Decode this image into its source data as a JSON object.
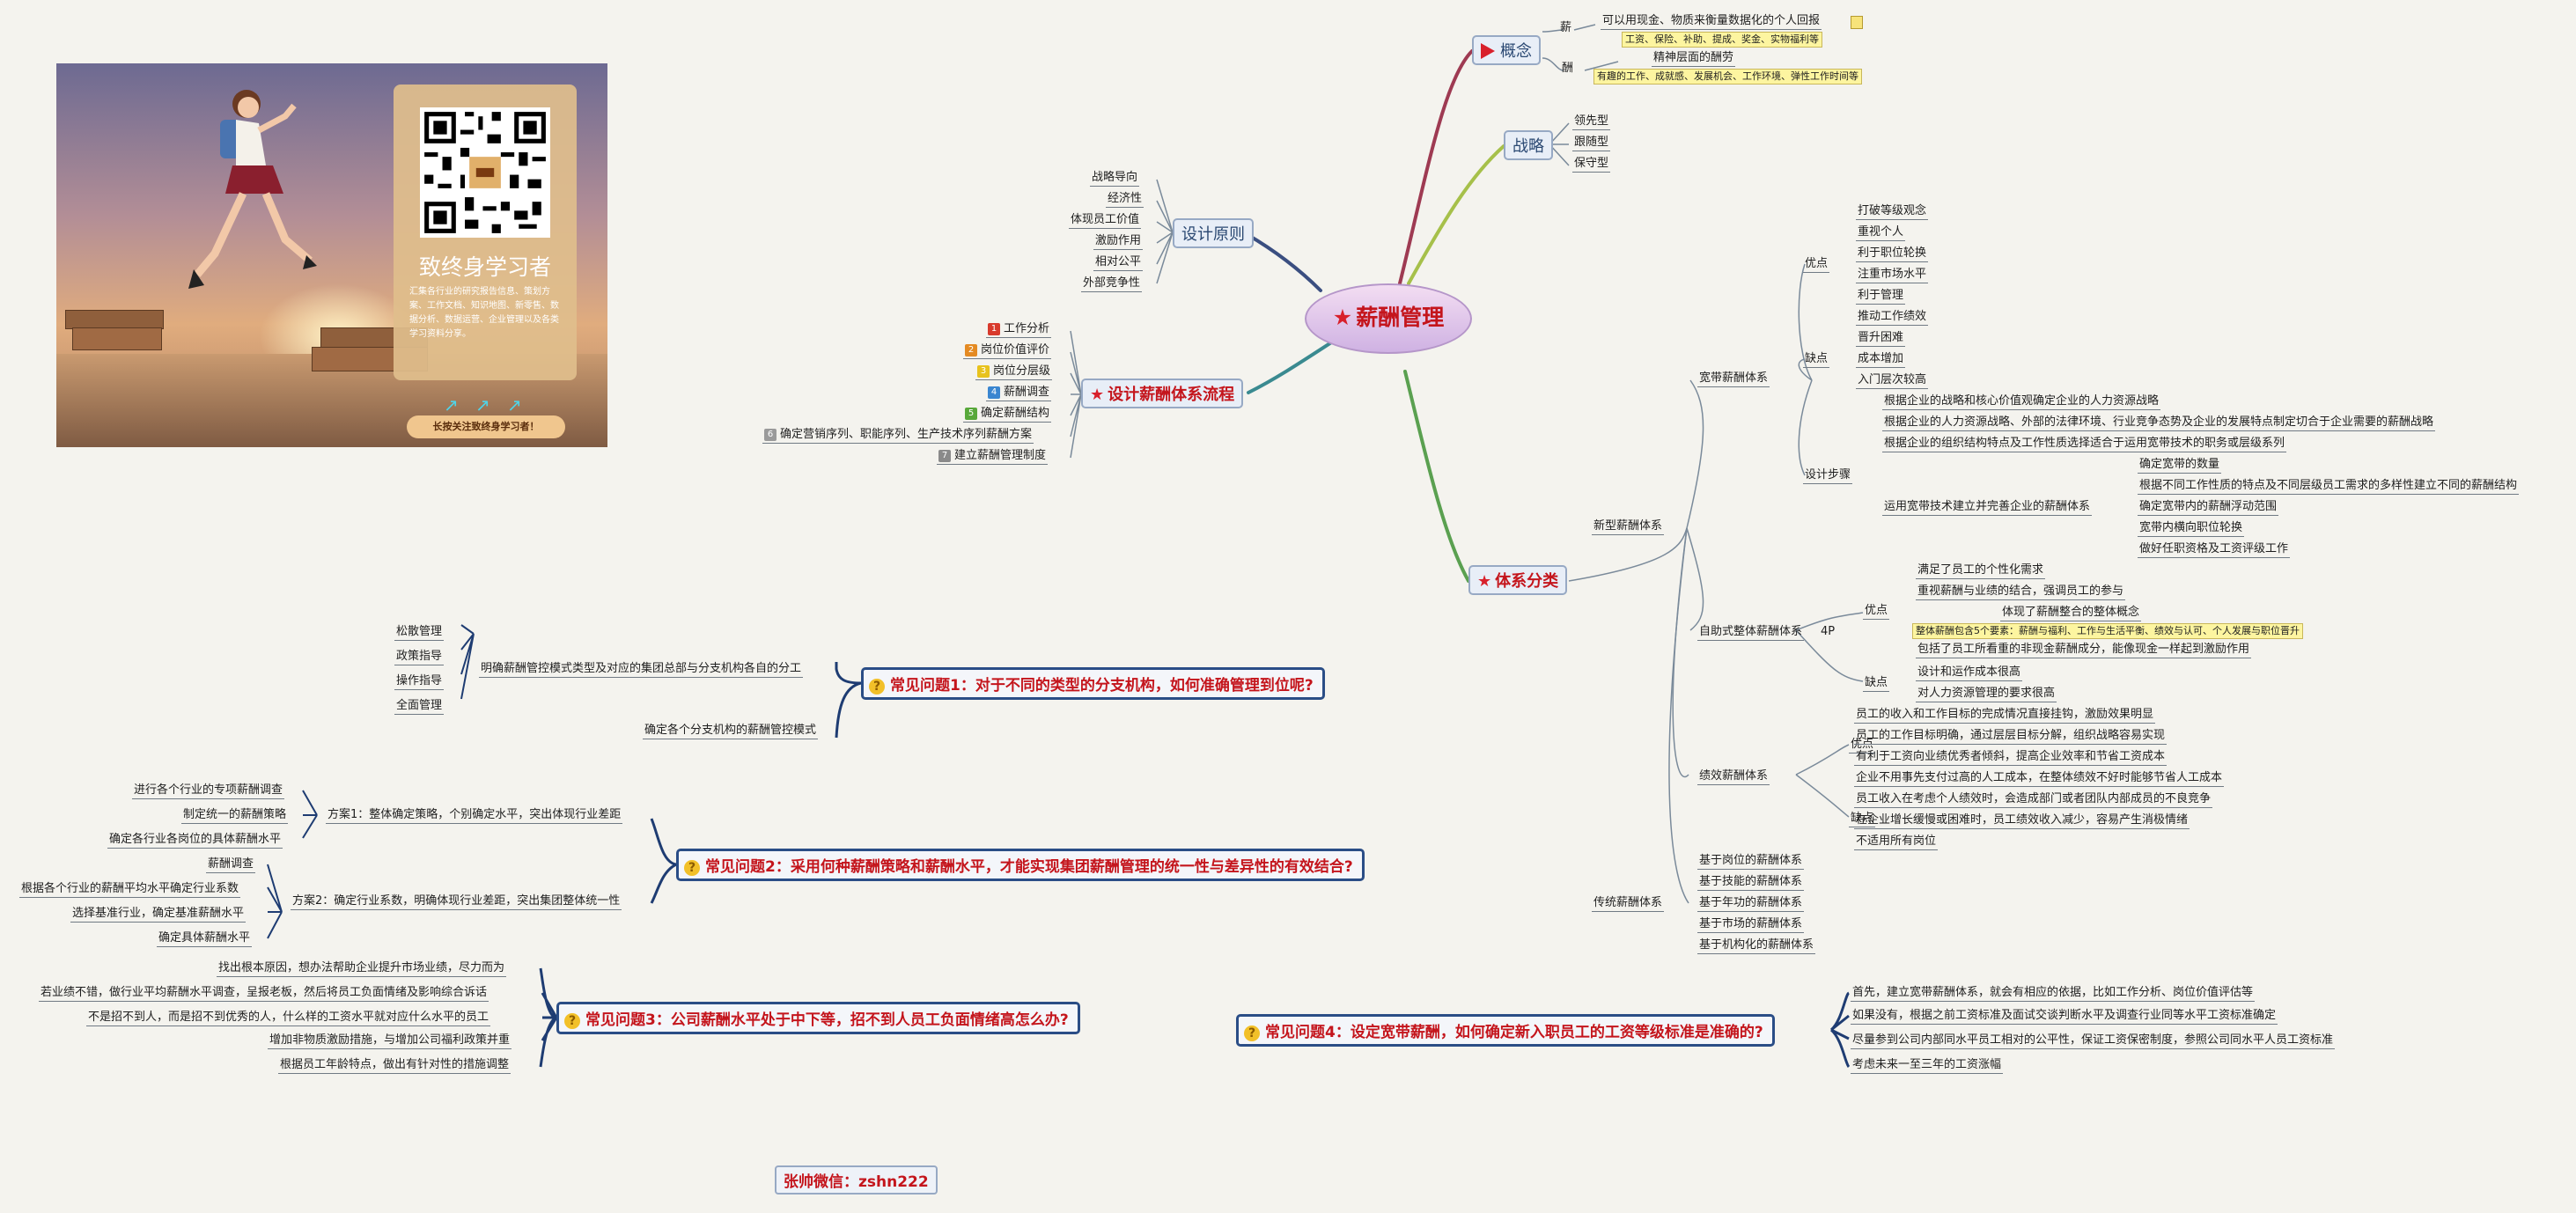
{
  "center": "薪酬管理",
  "promo": {
    "title": "致终身学习者",
    "desc": "汇集各行业的研究报告信息、策划方案、工作文档、知识地图、新零售、数据分析、数据运营、企业管理以及各类学习资料分享。",
    "button": "长按关注致终身学习者！"
  },
  "concept": {
    "label": "概念",
    "xin": "薪",
    "xin_desc": "可以用现金、物质来衡量数据化的个人回报",
    "xin_detail": "工资、保险、补助、提成、奖金、实物福利等",
    "chou": "酬",
    "chou_desc": "精神层面的酬劳",
    "chou_detail": "有趣的工作、成就感、发展机会、工作环境、弹性工作时间等"
  },
  "strategy": {
    "label": "战略",
    "items": [
      "领先型",
      "跟随型",
      "保守型"
    ]
  },
  "principle": {
    "label": "设计原则",
    "items": [
      "战略导向",
      "经济性",
      "体现员工价值",
      "激励作用",
      "相对公平",
      "外部竞争性"
    ]
  },
  "process": {
    "label": "设计薪酬体系流程",
    "items": [
      "工作分析",
      "岗位价值评价",
      "岗位分层级",
      "薪酬调查",
      "确定薪酬结构",
      "确定营销序列、职能序列、生产技术序列薪酬方案",
      "建立薪酬管理制度"
    ],
    "colors": [
      "#d83a2c",
      "#e48a22",
      "#e8c21c",
      "#3a86d0",
      "#58a83a",
      "#9a9a9a",
      "#8a8a8a"
    ]
  },
  "classify": {
    "label": "体系分类",
    "new_system": "新型薪酬体系",
    "broadband": {
      "label": "宽带薪酬体系",
      "pros_label": "优点",
      "pros": [
        "打破等级观念",
        "重视个人",
        "利于职位轮换",
        "注重市场水平",
        "利于管理",
        "推动工作绩效"
      ],
      "cons_label": "缺点",
      "cons": [
        "晋升困难",
        "成本增加",
        "入门层次较高"
      ],
      "steps_label": "设计步骤",
      "steps": [
        "根据企业的战略和核心价值观确定企业的人力资源战略",
        "根据企业的人力资源战略、外部的法律环境、行业竞争态势及企业的发展特点制定切合于企业需要的薪酬战略",
        "根据企业的组织结构特点及工作性质选择适合于运用宽带技术的职务或层级系列"
      ],
      "apply_label": "运用宽带技术建立并完善企业的薪酬体系",
      "apply": [
        "确定宽带的数量",
        "根据不同工作性质的特点及不同层级员工需求的多样性建立不同的薪酬结构",
        "确定宽带内的薪酬浮动范围",
        "宽带内横向职位轮换",
        "做好任职资格及工资评级工作"
      ]
    },
    "selfhelp": {
      "label": "自助式整体薪酬体系",
      "tag": "4P",
      "pros_label": "优点",
      "pros": [
        "满足了员工的个性化需求",
        "重视薪酬与业绩的结合，强调员工的参与",
        "体现了薪酬整合的整体概念",
        "整体薪酬包含5个要素：薪酬与福利、工作与生活平衡、绩效与认可、个人发展与职位晋升",
        "包括了员工所看重的非现金薪酬成分，能像现金一样起到激励作用"
      ],
      "cons_label": "缺点",
      "cons": [
        "设计和运作成本很高",
        "对人力资源管理的要求很高"
      ]
    },
    "performance": {
      "label": "绩效薪酬体系",
      "pros_label": "优点",
      "pros": [
        "员工的收入和工作目标的完成情况直接挂钩，激励效果明显",
        "员工的工作目标明确，通过层层目标分解，组织战略容易实现",
        "有利于工资向业绩优秀者倾斜，提高企业效率和节省工资成本",
        "企业不用事先支付过高的人工成本，在整体绩效不好时能够节省人工成本"
      ],
      "cons_label": "缺点",
      "cons": [
        "员工收入在考虑个人绩效时，会造成部门或者团队内部成员的不良竞争",
        "在企业增长缓慢或困难时，员工绩效收入减少，容易产生消极情绪",
        "不适用所有岗位"
      ]
    },
    "traditional": {
      "label": "传统薪酬体系",
      "items": [
        "基于岗位的薪酬体系",
        "基于技能的薪酬体系",
        "基于年功的薪酬体系",
        "基于市场的薪酬体系",
        "基于机构化的薪酬体系"
      ]
    }
  },
  "q1": {
    "label": "常见问题1：对于不同的类型的分支机构，如何准确管理到位呢?",
    "a1": "明确薪酬管控模式类型及对应的集团总部与分支机构各自的分工",
    "a1_items": [
      "松散管理",
      "政策指导",
      "操作指导",
      "全面管理"
    ],
    "a2": "确定各个分支机构的薪酬管控模式"
  },
  "q2": {
    "label": "常见问题2：采用何种薪酬策略和薪酬水平，才能实现集团薪酬管理的统一性与差异性的有效结合?",
    "plan1": "方案1：整体确定策略，个别确定水平，突出体现行业差距",
    "plan1_items": [
      "进行各个行业的专项薪酬调查",
      "制定统一的薪酬策略",
      "确定各行业各岗位的具体薪酬水平"
    ],
    "plan2": "方案2：确定行业系数，明确体现行业差距，突出集团整体统一性",
    "plan2_items": [
      "薪酬调查",
      "根据各个行业的薪酬平均水平确定行业系数",
      "选择基准行业，确定基准薪酬水平",
      "确定具体薪酬水平"
    ]
  },
  "q3": {
    "label": "常见问题3：公司薪酬水平处于中下等，招不到人员工负面情绪高怎么办?",
    "items": [
      "找出根本原因，想办法帮助企业提升市场业绩，尽力而为",
      "若业绩不错，做行业平均薪酬水平调查，呈报老板，然后将员工负面情绪及影响综合诉话",
      "不是招不到人，而是招不到优秀的人，什么样的工资水平就对应什么水平的员工",
      "增加非物质激励措施，与增加公司福利政策并重",
      "根据员工年龄特点，做出有针对性的措施调整"
    ]
  },
  "q4": {
    "label": "常见问题4：设定宽带薪酬，如何确定新入职员工的工资等级标准是准确的?",
    "items": [
      "首先，建立宽带薪酬体系，就会有相应的依据，比如工作分析、岗位价值评估等",
      "如果没有，根据之前工资标准及面试交谈判断水平及调查行业同等水平工资标准确定",
      "尽量参到公司内部同水平员工相对的公平性，保证工资保密制度，参照公司同水平人员工资标准",
      "考虑未来一至三年的工资涨幅"
    ]
  },
  "wechat": "张帅微信：zshn222"
}
